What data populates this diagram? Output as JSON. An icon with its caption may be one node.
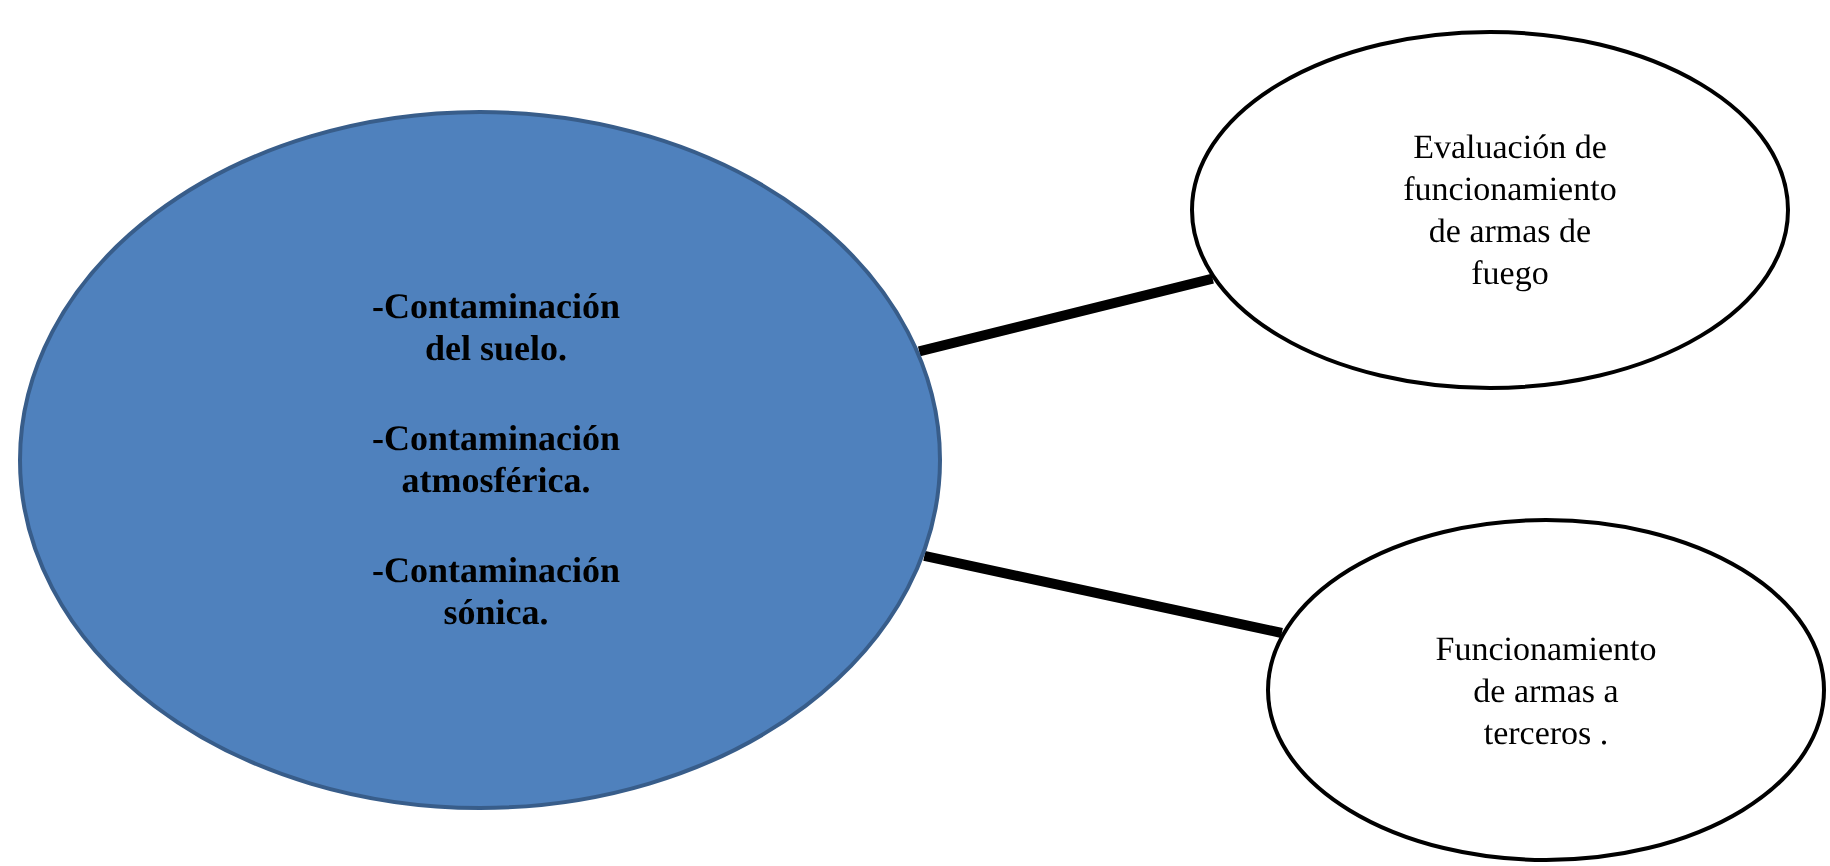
{
  "diagram": {
    "nodes": [
      {
        "text": [
          "-Contaminación del suelo.",
          "-Contaminación atmosférica.",
          "-Contaminación sónica."
        ]
      },
      {
        "text": [
          "Evaluación de funcionamiento de armas de fuego"
        ]
      },
      {
        "text": [
          "Funcionamiento de armas a terceros ."
        ]
      }
    ],
    "edges": [
      {
        "from": 0,
        "to": 1,
        "arrow": "none"
      },
      {
        "from": 0,
        "to": 2,
        "arrow": "none"
      }
    ]
  }
}
